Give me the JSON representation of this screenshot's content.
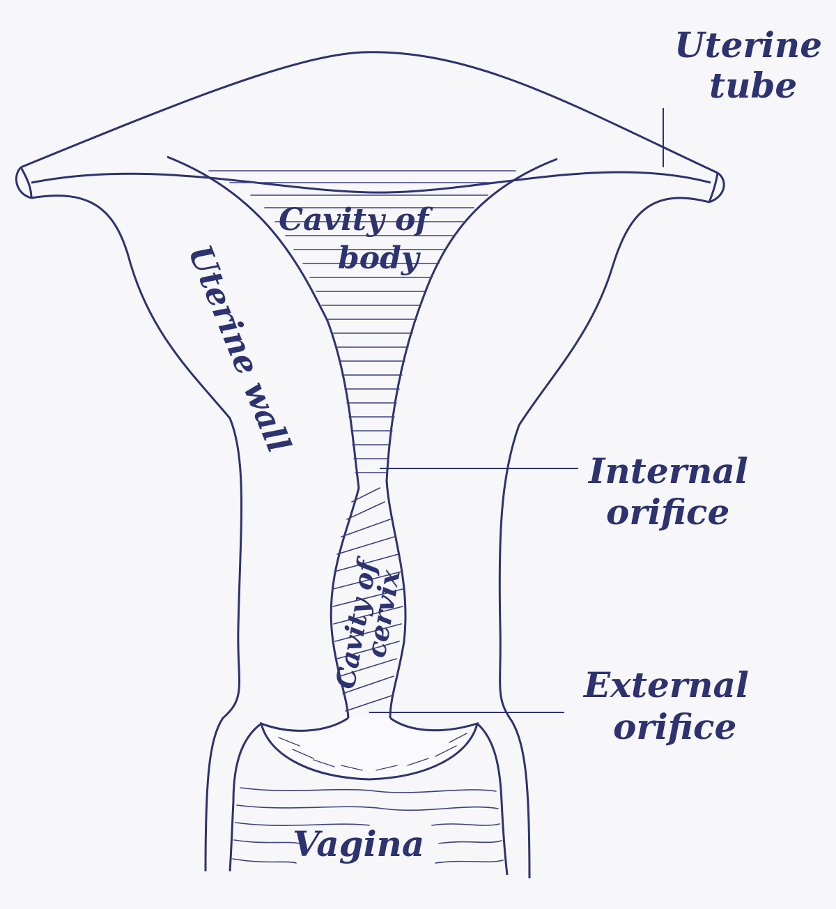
{
  "colors": {
    "background": "#f7f7f9",
    "ink": "#2d3270",
    "hatch": "#3a3f7d",
    "fill": "#fafafc"
  },
  "labels": {
    "uterine_tube_1": "Uterine",
    "uterine_tube_2": "tube",
    "cavity_of_body_1": "Cavity of",
    "cavity_of_body_2": "body",
    "uterine_wall": "Uterine wall",
    "internal_orifice_1": "Internal",
    "internal_orifice_2": "orifice",
    "cavity_of_cervix_1": "Cavity of",
    "cavity_of_cervix_2": "cervix",
    "external_orifice_1": "External",
    "external_orifice_2": "orifice",
    "vagina": "Vagina"
  }
}
